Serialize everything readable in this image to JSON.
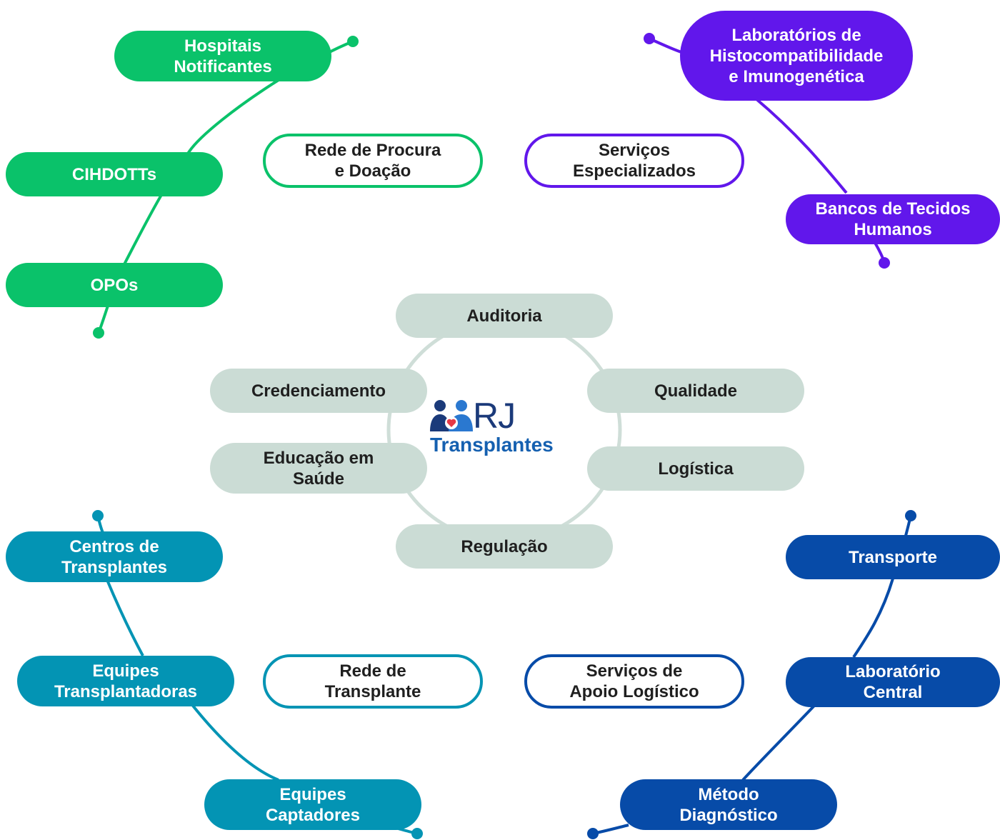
{
  "center": {
    "logo_main": "RJ",
    "logo_sub": "Transplantes"
  },
  "ring_items": [
    {
      "key": "auditoria",
      "label": "Auditoria"
    },
    {
      "key": "qualidade",
      "label": "Qualidade"
    },
    {
      "key": "logistica",
      "label": "Logística"
    },
    {
      "key": "regulacao",
      "label": "Regulação"
    },
    {
      "key": "educacao",
      "label": "Educação em\nSaúde"
    },
    {
      "key": "credenciamento",
      "label": "Credenciamento"
    }
  ],
  "categories": {
    "procura": "Rede de Procura\ne Doação",
    "especializados": "Serviços\nEspecializados",
    "transplante": "Rede de\nTransplante",
    "apoio": "Serviços de\nApoio Logístico"
  },
  "branches": {
    "green": [
      "Hospitais\nNotificantes",
      "CIHDOTTs",
      "OPOs"
    ],
    "purple": [
      "Laboratórios de\nHistocompatibilidade\ne Imunogenética",
      "Bancos de Tecidos\nHumanos"
    ],
    "teal": [
      "Centros de\nTransplantes",
      "Equipes\nTransplantadoras",
      "Equipes\nCaptadores"
    ],
    "navy": [
      "Transporte",
      "Laboratório\nCentral",
      "Método\nDiagnóstico"
    ]
  },
  "colors": {
    "green": "#0ac26a",
    "purple": "#6117eb",
    "teal": "#0394b4",
    "navy": "#074ba8",
    "grey": "#cbdcd5",
    "ring": "#cfded8"
  },
  "icons": {
    "logo": "people-heart-icon"
  }
}
